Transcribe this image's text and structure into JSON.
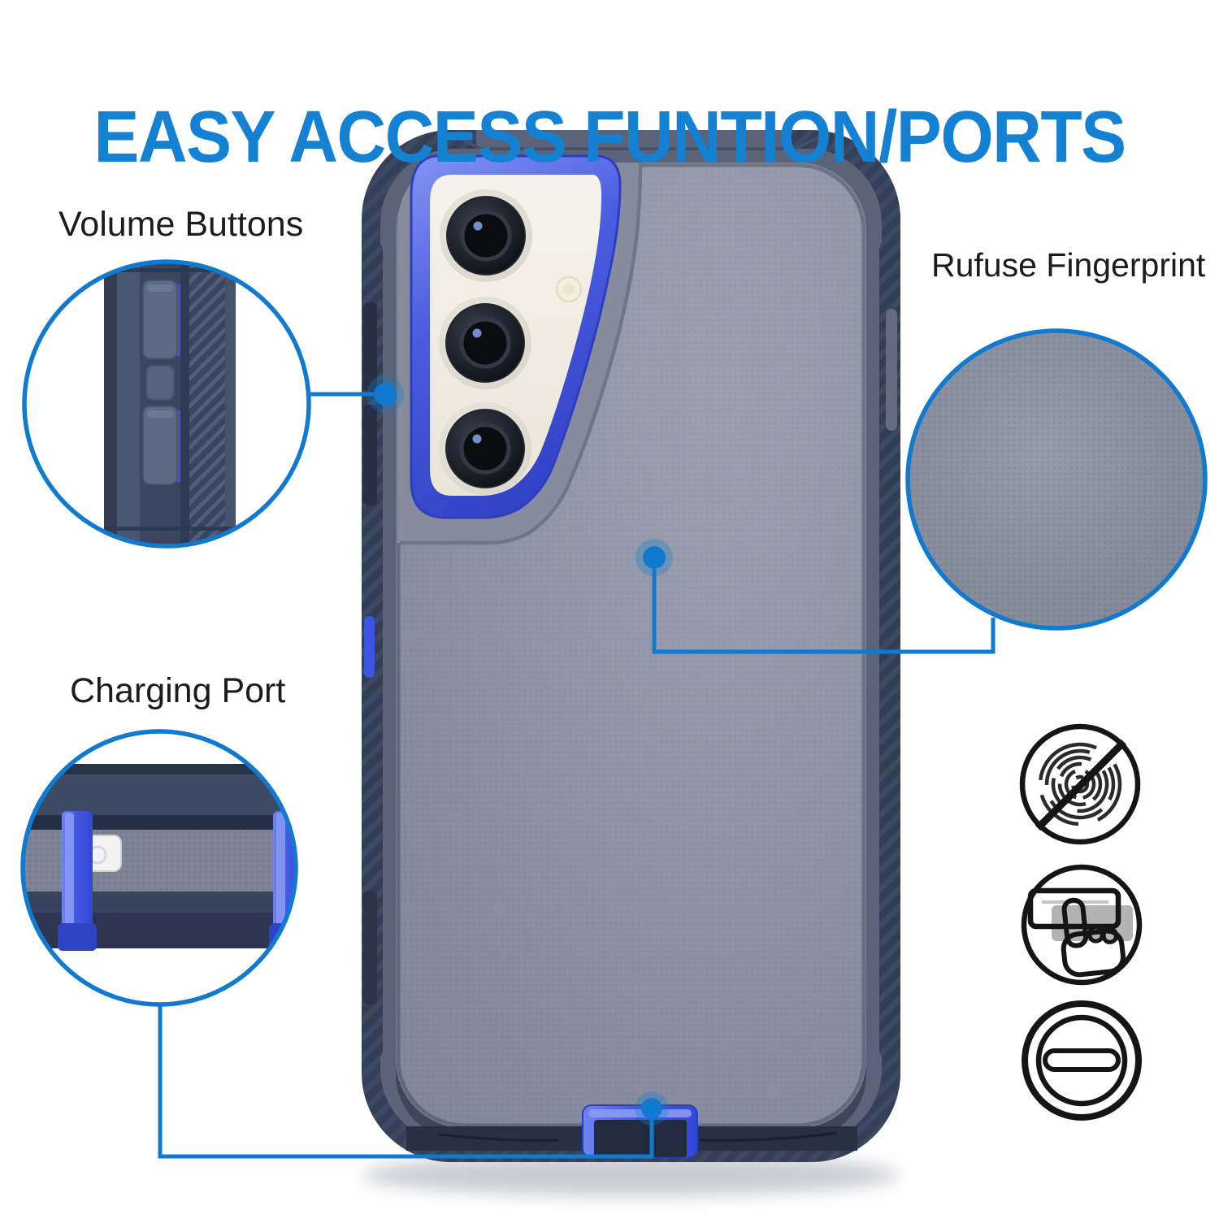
{
  "title": "EASY ACCESS FUNTION/PORTS",
  "callouts": {
    "volume": {
      "label": "Volume Buttons"
    },
    "charging": {
      "label": "Charging Port"
    },
    "fingerprint": {
      "label": "Rufuse Fingerprint"
    }
  },
  "icons": [
    {
      "name": "no-fingerprint-icon"
    },
    {
      "name": "press-button-icon"
    },
    {
      "name": "charging-port-icon"
    }
  ],
  "colors": {
    "accent": "#0F7ACF",
    "title": "#1581D2",
    "label": "#1C1C1C",
    "caseFrame": "#5A6378",
    "caseDark": "#36415A",
    "panel": "#8D93A3",
    "bezel": "#4254D8",
    "royal": "#3C55E0",
    "deco": "#F1EDE4",
    "bg": "#FFFFFF"
  }
}
